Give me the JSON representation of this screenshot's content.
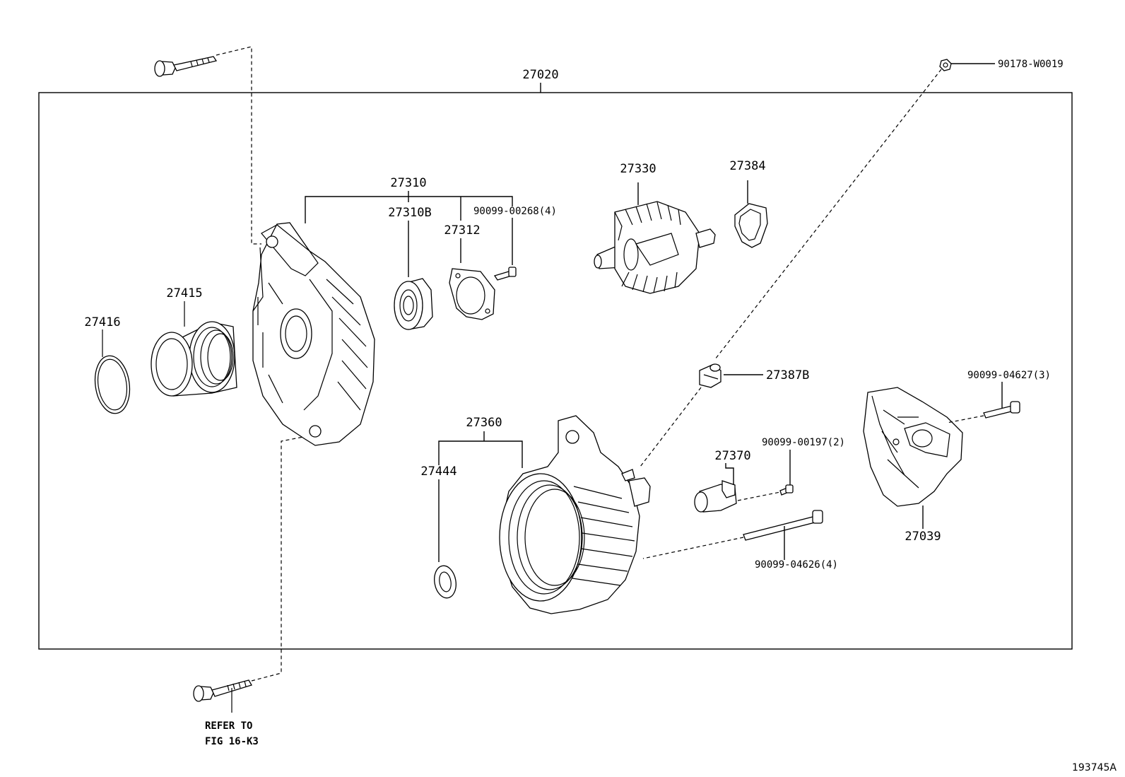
{
  "assembly": {
    "label": "27020"
  },
  "labels": {
    "p27416": "27416",
    "p27415": "27415",
    "p27310": "27310",
    "p27310b": "27310B",
    "p27312": "27312",
    "p90099_00268": "90099-00268(4)",
    "p27330": "27330",
    "p27384": "27384",
    "p90178_w0019": "90178-W0019",
    "p27387b": "27387B",
    "p90099_04627": "90099-04627(3)",
    "p27360": "27360",
    "p27444": "27444",
    "p90099_00197": "90099-00197(2)",
    "p27370": "27370",
    "p27039": "27039",
    "p90099_04626": "90099-04626(4)"
  },
  "refer": {
    "line1": "REFER TO",
    "line2": "FIG 16-K3"
  },
  "figure_id": "193745A"
}
